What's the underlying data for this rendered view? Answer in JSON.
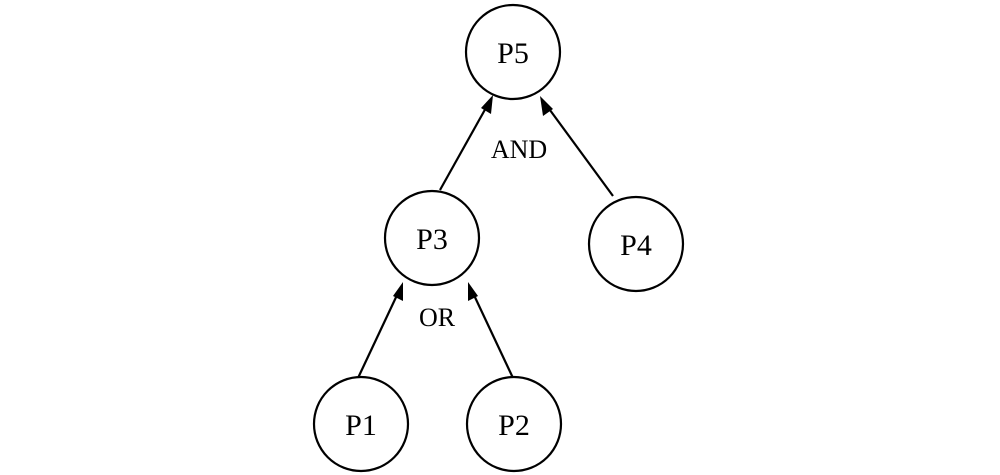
{
  "nodes": {
    "p5": "P5",
    "p3": "P3",
    "p4": "P4",
    "p1": "P1",
    "p2": "P2"
  },
  "relations": {
    "and_label": "AND",
    "or_label": "OR"
  },
  "edges": [
    {
      "from": "P3",
      "to": "P5"
    },
    {
      "from": "P4",
      "to": "P5"
    },
    {
      "from": "P1",
      "to": "P3"
    },
    {
      "from": "P2",
      "to": "P3"
    }
  ],
  "colors": {
    "stroke": "#000000",
    "background": "#ffffff"
  }
}
